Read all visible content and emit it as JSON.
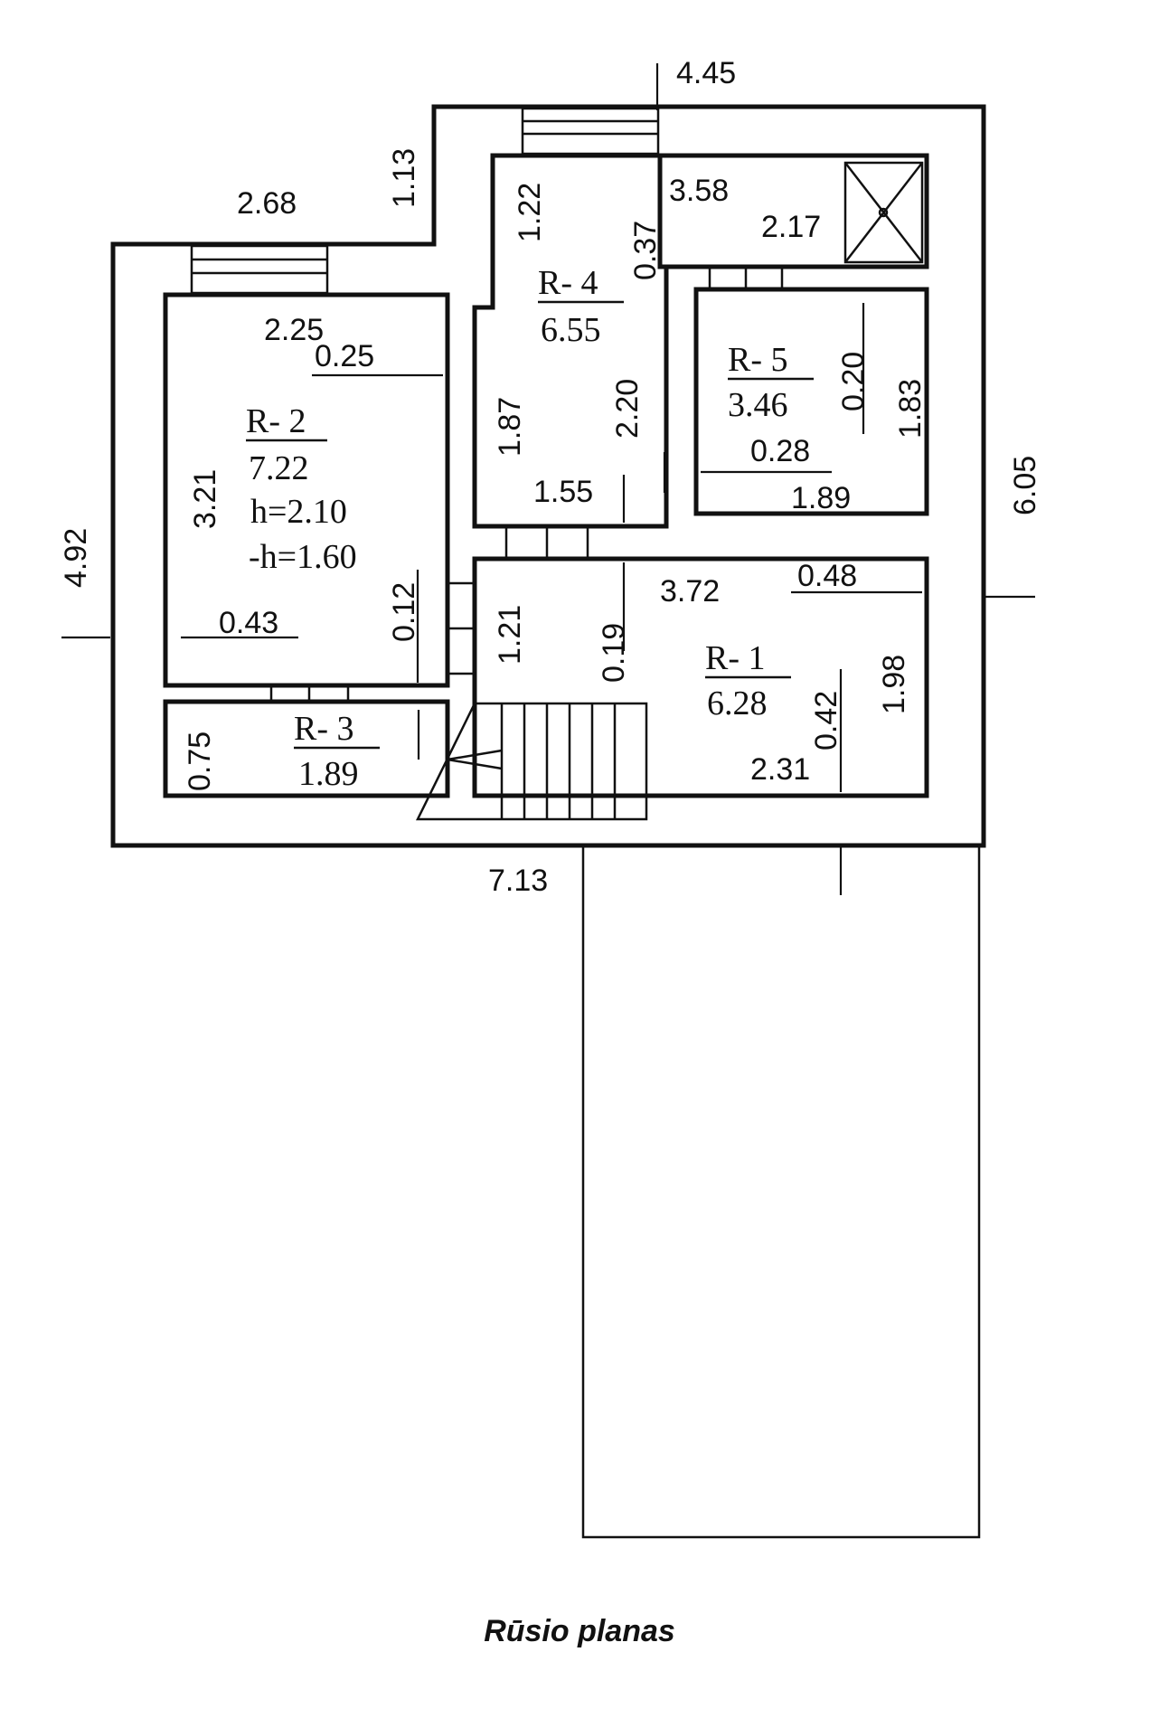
{
  "caption": "Rūsio planas",
  "rooms": {
    "r1": {
      "name": "R- 1",
      "area": "6.28"
    },
    "r2": {
      "name": "R- 2",
      "area": "7.22",
      "h": "h=2.10",
      "neg_h": "-h=1.60"
    },
    "r3": {
      "name": "R- 3",
      "area": "1.89"
    },
    "r4": {
      "name": "R- 4",
      "area": "6.55"
    },
    "r5": {
      "name": "R- 5",
      "area": "3.46"
    }
  },
  "dimensions": {
    "d_445": "4.45",
    "d_268": "2.68",
    "d_113": "1.13",
    "d_122": "1.22",
    "d_037": "0.37",
    "d_358": "3.58",
    "d_217": "2.17",
    "d_225": "2.25",
    "d_025": "0.25",
    "d_187": "1.87",
    "d_220": "2.20",
    "d_020": "0.20",
    "d_183": "1.83",
    "d_028": "0.28",
    "d_189b": "1.89",
    "d_321": "3.21",
    "d_155": "1.55",
    "d_605": "6.05",
    "d_492": "4.92",
    "d_012": "0.12",
    "d_043": "0.43",
    "d_121": "1.21",
    "d_019": "0.19",
    "d_372": "3.72",
    "d_048": "0.48",
    "d_198": "1.98",
    "d_042": "0.42",
    "d_231": "2.31",
    "d_075": "0.75",
    "d_713": "7.13"
  }
}
